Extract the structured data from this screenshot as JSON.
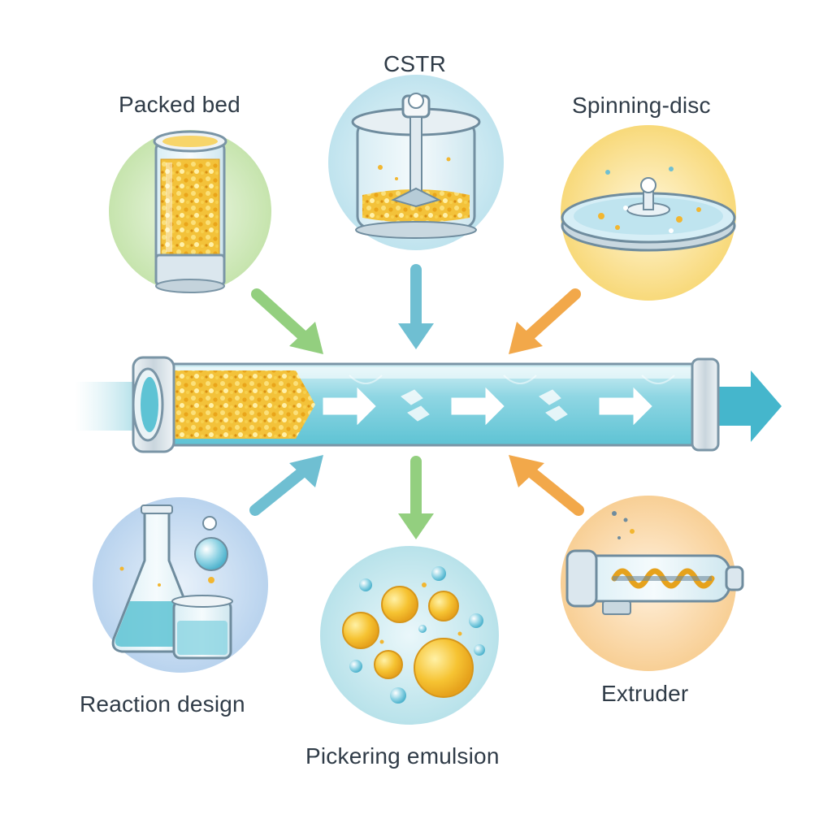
{
  "diagram": {
    "nodes": [
      {
        "id": "packed-bed",
        "label": "Packed bed",
        "color": "#a9d18e"
      },
      {
        "id": "cstr",
        "label": "CSTR",
        "color": "#7fc4d9"
      },
      {
        "id": "spinning-disc",
        "label": "Spinning-disc",
        "color": "#f6c85f"
      },
      {
        "id": "reaction-design",
        "label": "Reaction design",
        "color": "#8fb8e0"
      },
      {
        "id": "pickering-emulsion",
        "label": "Pickering emulsion",
        "color": "#9bd3dc"
      },
      {
        "id": "extruder",
        "label": "Extruder",
        "color": "#f5c27a"
      }
    ],
    "center": {
      "id": "flow-tube",
      "color": "#5ec3d4"
    },
    "arrow_colors": {
      "green": "#93cf7f",
      "teal": "#6fbfd2",
      "orange": "#f2a84a"
    },
    "particle_color": "#f2b630"
  }
}
